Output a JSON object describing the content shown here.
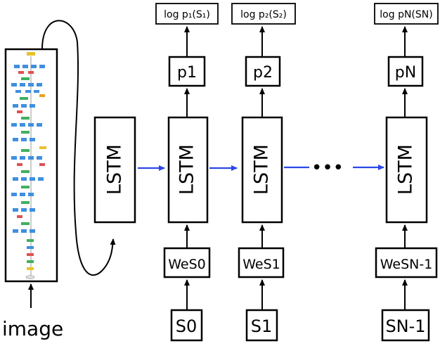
{
  "colors": {
    "arrow_blue": "#2a48e8",
    "stroke": "#000000"
  },
  "image_label": "image",
  "lstm_label": "LSTM",
  "ellipsis": "•••",
  "steps": [
    {
      "log": "log p₁(S₁)",
      "p": "p₁",
      "w": "WₑS₀",
      "s": "S₀"
    },
    {
      "log": "log p₂(S₂)",
      "p": "p₂",
      "w": "WₑS₁",
      "s": "S₁"
    },
    {
      "log": "log pₙ(Sₙ)",
      "p": "pₙ",
      "w": "WₑSₙ₋₁",
      "s": "Sₙ₋₁"
    }
  ],
  "steps_display": [
    {
      "log": "log p₁(S₁)",
      "p": "p1",
      "w": "WeS0",
      "s": "S0"
    },
    {
      "log": "log p₂(S₂)",
      "p": "p2",
      "w": "WeS1",
      "s": "S1"
    },
    {
      "log": "log pN(SN)",
      "p": "pN",
      "w": "WeSN-1",
      "s": "SN-1"
    }
  ]
}
